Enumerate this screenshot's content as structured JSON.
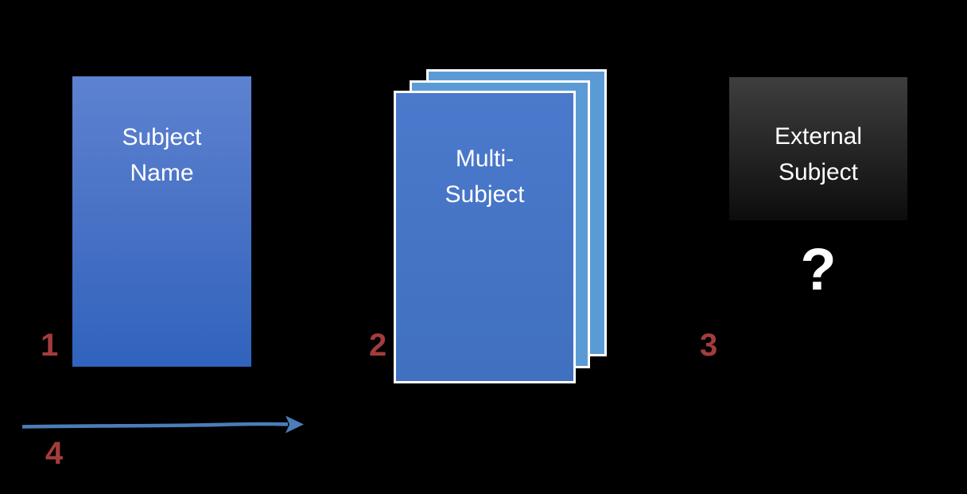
{
  "diagram": {
    "background": "#000000",
    "text_color": "#ffffff",
    "subject_box": {
      "lines": [
        "Subject",
        "Name"
      ],
      "fill_top": "#5d82d1",
      "fill_bottom": "#3063bd"
    },
    "multi_subject_box": {
      "lines": [
        "Multi-",
        "Subject"
      ],
      "front_fill": "#4473c5",
      "back_fill": "#5b9bd5",
      "border_color": "#ffffff",
      "card_count": 3
    },
    "external_subject_box": {
      "lines": [
        "External",
        "Subject"
      ],
      "fill_top": "#3e3e3e",
      "fill_bottom": "#0c0c0c"
    },
    "question_mark": "?",
    "markers": {
      "labels": [
        "1",
        "2",
        "3",
        "4"
      ],
      "color": "#a43c3c"
    },
    "arrow": {
      "color": "#4a7db9",
      "direction": "right"
    }
  }
}
